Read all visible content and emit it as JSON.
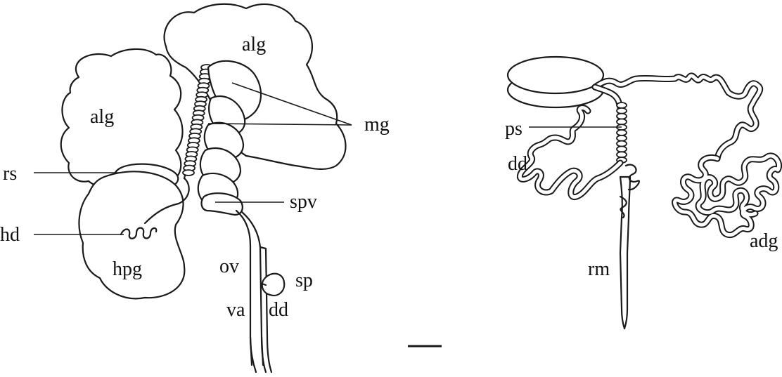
{
  "left_panel": {
    "labels": {
      "alg_top": "alg",
      "alg_left": "alg",
      "mg": "mg",
      "rs": "rs",
      "spv": "spv",
      "hd": "hd",
      "hpg": "hpg",
      "ov": "ov",
      "sp": "sp",
      "va": "va",
      "dd": "dd"
    }
  },
  "right_panel": {
    "labels": {
      "ps": "ps",
      "dd": "dd",
      "rm": "rm",
      "adg": "adg"
    }
  },
  "scale_bar": {
    "label": ""
  },
  "colors": {
    "ink": "#1a1a1a",
    "background": "#ffffff"
  }
}
